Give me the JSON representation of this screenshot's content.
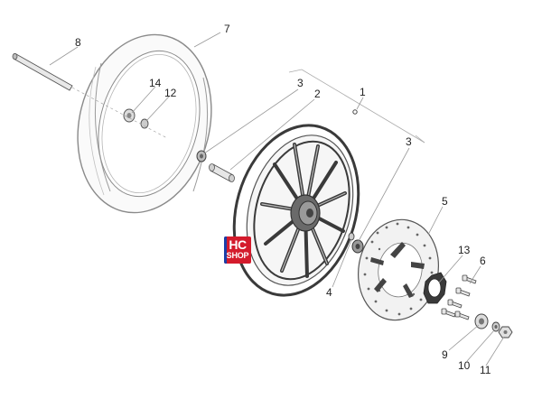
{
  "diagram": {
    "callouts": [
      "1",
      "2",
      "3",
      "3",
      "4",
      "5",
      "6",
      "7",
      "8",
      "9",
      "10",
      "11",
      "12",
      "13",
      "14"
    ]
  },
  "logo": {
    "line1": "HC",
    "line2": "SHOP",
    "brand_color": "#d41b2c",
    "accent_color": "#1b3fa8"
  },
  "colors": {
    "line": "#999999",
    "part_stroke": "#555555",
    "rim_dark": "#3a3a3a",
    "tire_stroke": "#8a8a8a"
  }
}
